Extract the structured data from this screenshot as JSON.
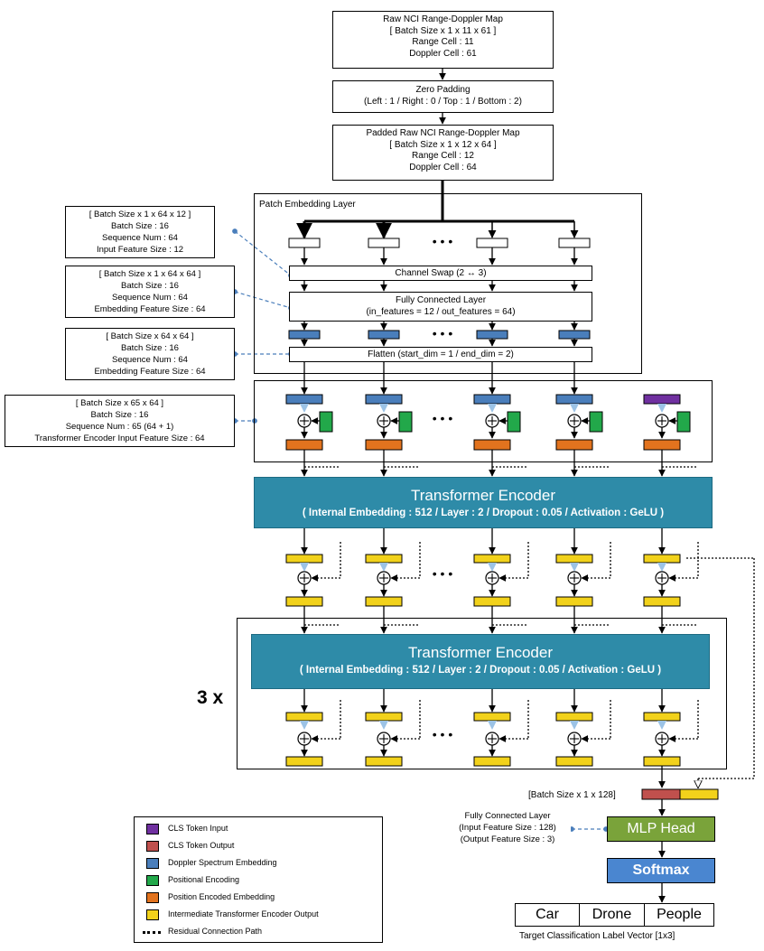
{
  "input_box": {
    "title": "Raw NCI Range-Doppler Map",
    "shape": "[ Batch Size x 1 x 11 x 61 ]",
    "range": "Range Cell : 11",
    "doppler": "Doppler Cell : 61"
  },
  "padding_box": {
    "title": "Zero Padding",
    "detail": "(Left : 1 / Right : 0 / Top : 1 / Bottom : 2)"
  },
  "padded_box": {
    "title": "Padded Raw NCI Range-Doppler Map",
    "shape": "[ Batch Size x 1 x 12 x 64 ]",
    "range": "Range Cell : 12",
    "doppler": "Doppler Cell : 64"
  },
  "patch_layer": {
    "label": "Patch Embedding Layer",
    "channel_swap": "Channel Swap (2 ↔ 3)",
    "fc_title": "Fully Connected Layer",
    "fc_detail": "(in_features = 12 / out_features = 64)",
    "flatten": "Flatten (start_dim = 1 / end_dim = 2)"
  },
  "annotations": {
    "a1": [
      "[ Batch Size x 1 x 64 x 12 ]",
      "Batch Size : 16",
      "Sequence Num : 64",
      "Input Feature Size :  12"
    ],
    "a2": [
      "[ Batch Size x 1 x 64 x 64 ]",
      "Batch Size : 16",
      "Sequence Num : 64",
      "Embedding Feature Size :  64"
    ],
    "a3": [
      "[ Batch Size x 64 x 64 ]",
      "Batch Size : 16",
      "Sequence Num : 64",
      "Embedding Feature Size :  64"
    ],
    "a4": [
      "[ Batch Size x 65 x 64 ]",
      "Batch Size : 16",
      "Sequence Num : 65 (64 + 1)",
      "Transformer Encoder Input Feature Size :  64"
    ]
  },
  "encoder": {
    "title": "Transformer Encoder",
    "detail": "( Internal Embedding : 512 / Layer : 2 / Dropout : 0.05 / Activation : GeLU )"
  },
  "repeat_label": "3 x",
  "ellipsis": "• • •",
  "plus_symbol": "+",
  "output": {
    "shape_label": "[Batch Size x 1 x 128]",
    "fc_note": [
      "Fully Connected Layer",
      "(Input Feature Size : 128)",
      "(Output Feature Size : 3)"
    ],
    "mlp_head": "MLP Head",
    "softmax": "Softmax",
    "classes": [
      "Car",
      "Drone",
      "People"
    ],
    "caption": "Target Classification Label Vector [1x3]"
  },
  "legend": [
    {
      "label": "CLS Token Input",
      "color": "#7030a0"
    },
    {
      "label": "CLS Token Output",
      "color": "#c0504d"
    },
    {
      "label": "Doppler Spectrum Embedding",
      "color": "#4a7ebb"
    },
    {
      "label": "Positional Encoding",
      "color": "#22a84a"
    },
    {
      "label": "Position Encoded Embedding",
      "color": "#e2731e"
    },
    {
      "label": "Intermediate Transformer Encoder Output",
      "color": "#f2d21b"
    },
    {
      "label": "Residual Connection Path",
      "color": "#000000"
    }
  ],
  "colors": {
    "encoder": "#2e8ba8",
    "mlp": "#7aa33a",
    "softmax": "#4a86d0",
    "annotation_link": "#4a7ebb"
  }
}
